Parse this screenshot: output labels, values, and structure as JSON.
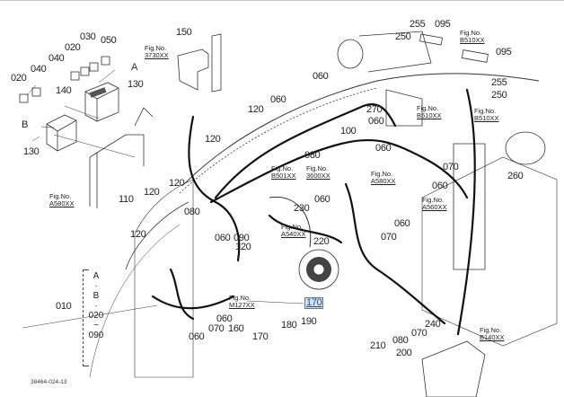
{
  "diagram": {
    "image_code": "38464-024-13",
    "highlighted_part": "170",
    "highlight_color": "#3a7fd5",
    "callouts": [
      {
        "id": "c1",
        "text": "020"
      },
      {
        "id": "c2",
        "text": "040"
      },
      {
        "id": "c3",
        "text": "040"
      },
      {
        "id": "c4",
        "text": "020"
      },
      {
        "id": "c5",
        "text": "030"
      },
      {
        "id": "c6",
        "text": "050"
      },
      {
        "id": "c7",
        "text": "A"
      },
      {
        "id": "c8",
        "text": "140"
      },
      {
        "id": "c9",
        "text": "130"
      },
      {
        "id": "c10",
        "text": "B"
      },
      {
        "id": "c11",
        "text": "130"
      },
      {
        "id": "c12",
        "text": "150"
      },
      {
        "id": "c13",
        "text": "120"
      },
      {
        "id": "c14",
        "text": "060"
      },
      {
        "id": "c15",
        "text": "060"
      },
      {
        "id": "c16",
        "text": "120"
      },
      {
        "id": "c17",
        "text": "120"
      },
      {
        "id": "c18",
        "text": "110"
      },
      {
        "id": "c19",
        "text": "120"
      },
      {
        "id": "c20",
        "text": "080"
      },
      {
        "id": "c21",
        "text": "120"
      },
      {
        "id": "c22",
        "text": "060"
      },
      {
        "id": "c23",
        "text": "090"
      },
      {
        "id": "c24",
        "text": "120"
      },
      {
        "id": "c25",
        "text": "080"
      },
      {
        "id": "c26",
        "text": "100"
      },
      {
        "id": "c27",
        "text": "270"
      },
      {
        "id": "c28",
        "text": "060"
      },
      {
        "id": "c29",
        "text": "060"
      },
      {
        "id": "c30",
        "text": "255"
      },
      {
        "id": "c31",
        "text": "095"
      },
      {
        "id": "c32",
        "text": "250"
      },
      {
        "id": "c33",
        "text": "095"
      },
      {
        "id": "c34",
        "text": "255"
      },
      {
        "id": "c35",
        "text": "250"
      },
      {
        "id": "c36",
        "text": "070"
      },
      {
        "id": "c37",
        "text": "060"
      },
      {
        "id": "c38",
        "text": "260"
      },
      {
        "id": "c39",
        "text": "230"
      },
      {
        "id": "c40",
        "text": "060"
      },
      {
        "id": "c41",
        "text": "220"
      },
      {
        "id": "c42",
        "text": "060"
      },
      {
        "id": "c43",
        "text": "070"
      },
      {
        "id": "c44",
        "text": "060"
      },
      {
        "id": "c45",
        "text": "070"
      },
      {
        "id": "c46",
        "text": "160"
      },
      {
        "id": "c47",
        "text": "060"
      },
      {
        "id": "c48",
        "text": "170"
      },
      {
        "id": "c49",
        "text": "180"
      },
      {
        "id": "c50",
        "text": "190"
      },
      {
        "id": "c51",
        "text": "210"
      },
      {
        "id": "c52",
        "text": "080"
      },
      {
        "id": "c53",
        "text": "070"
      },
      {
        "id": "c54",
        "text": "200"
      },
      {
        "id": "c55",
        "text": "240"
      },
      {
        "id": "c56",
        "text": "010"
      }
    ],
    "group_010": {
      "label": "010",
      "items": [
        "A",
        "·",
        "B",
        "·",
        "020",
        "~",
        "090"
      ]
    },
    "group_110": {
      "label": "110",
      "item": "120"
    },
    "fig_refs": [
      {
        "id": "f1",
        "prefix": "Fig.No.",
        "code": "3730XX"
      },
      {
        "id": "f2",
        "prefix": "Fig.No.",
        "code": "A580XX"
      },
      {
        "id": "f3",
        "prefix": "Fig.No.",
        "code": "B510XX"
      },
      {
        "id": "f4",
        "prefix": "Fig.No.",
        "code": "B510XX"
      },
      {
        "id": "f5",
        "prefix": "Fig.No.",
        "code": "B510XX"
      },
      {
        "id": "f6",
        "prefix": "Fig.No.",
        "code": "B501XX"
      },
      {
        "id": "f7",
        "prefix": "Fig.No.",
        "code": "3600XX"
      },
      {
        "id": "f8",
        "prefix": "Fig.No.",
        "code": "A580XX"
      },
      {
        "id": "f9",
        "prefix": "Fig.No.",
        "code": "A560XX"
      },
      {
        "id": "f10",
        "prefix": "Fig.No.",
        "code": "A540XX"
      },
      {
        "id": "f11",
        "prefix": "Fig.No.",
        "code": "M127XX"
      },
      {
        "id": "f12",
        "prefix": "Fig.No.",
        "code": "B140XX"
      }
    ]
  }
}
